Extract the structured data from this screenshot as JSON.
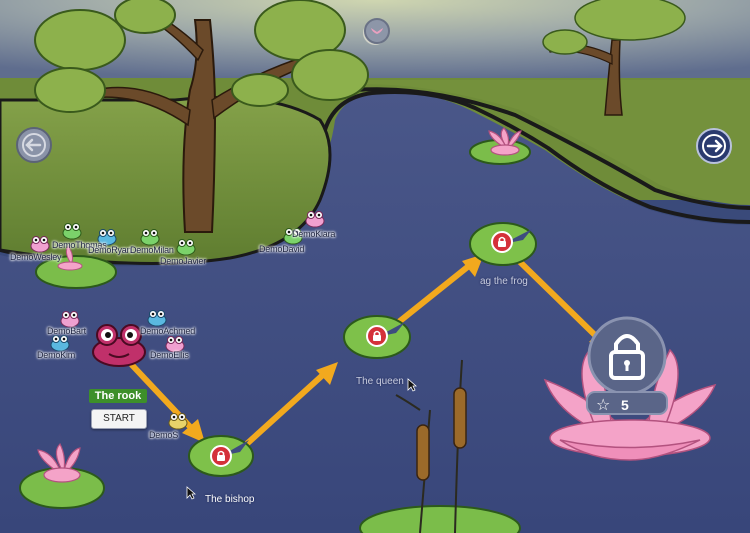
{
  "players": [
    {
      "name": "DemoThomas"
    },
    {
      "name": "DemoWesley"
    },
    {
      "name": "DemoRyan"
    },
    {
      "name": "DemoMilan"
    },
    {
      "name": "DemoJavier"
    },
    {
      "name": "DemoDavid"
    },
    {
      "name": "DemoKiara"
    },
    {
      "name": "DemoBart"
    },
    {
      "name": "DemoAchmed"
    },
    {
      "name": "DemoKim"
    },
    {
      "name": "DemoEllis"
    },
    {
      "name": "DemoS"
    }
  ],
  "levels": {
    "current": {
      "label": "The rook",
      "start_label": "START"
    },
    "bishop": {
      "label": "The bishop"
    },
    "queen": {
      "label": "The queen"
    },
    "frog": {
      "label": "ag the frog"
    }
  },
  "lock": {
    "stars_required": "5",
    "star_icon": "☆"
  },
  "nav": {
    "prev_icon": "arrow-left-icon",
    "next_icon": "arrow-right-icon"
  },
  "colors": {
    "water": "#3e4c7f",
    "grass": "#6e8f3a",
    "path_arrow": "#f2a91e",
    "pad": "#7ec14a",
    "lotus": "#f4a3c8",
    "lock_red": "#d4313a"
  }
}
